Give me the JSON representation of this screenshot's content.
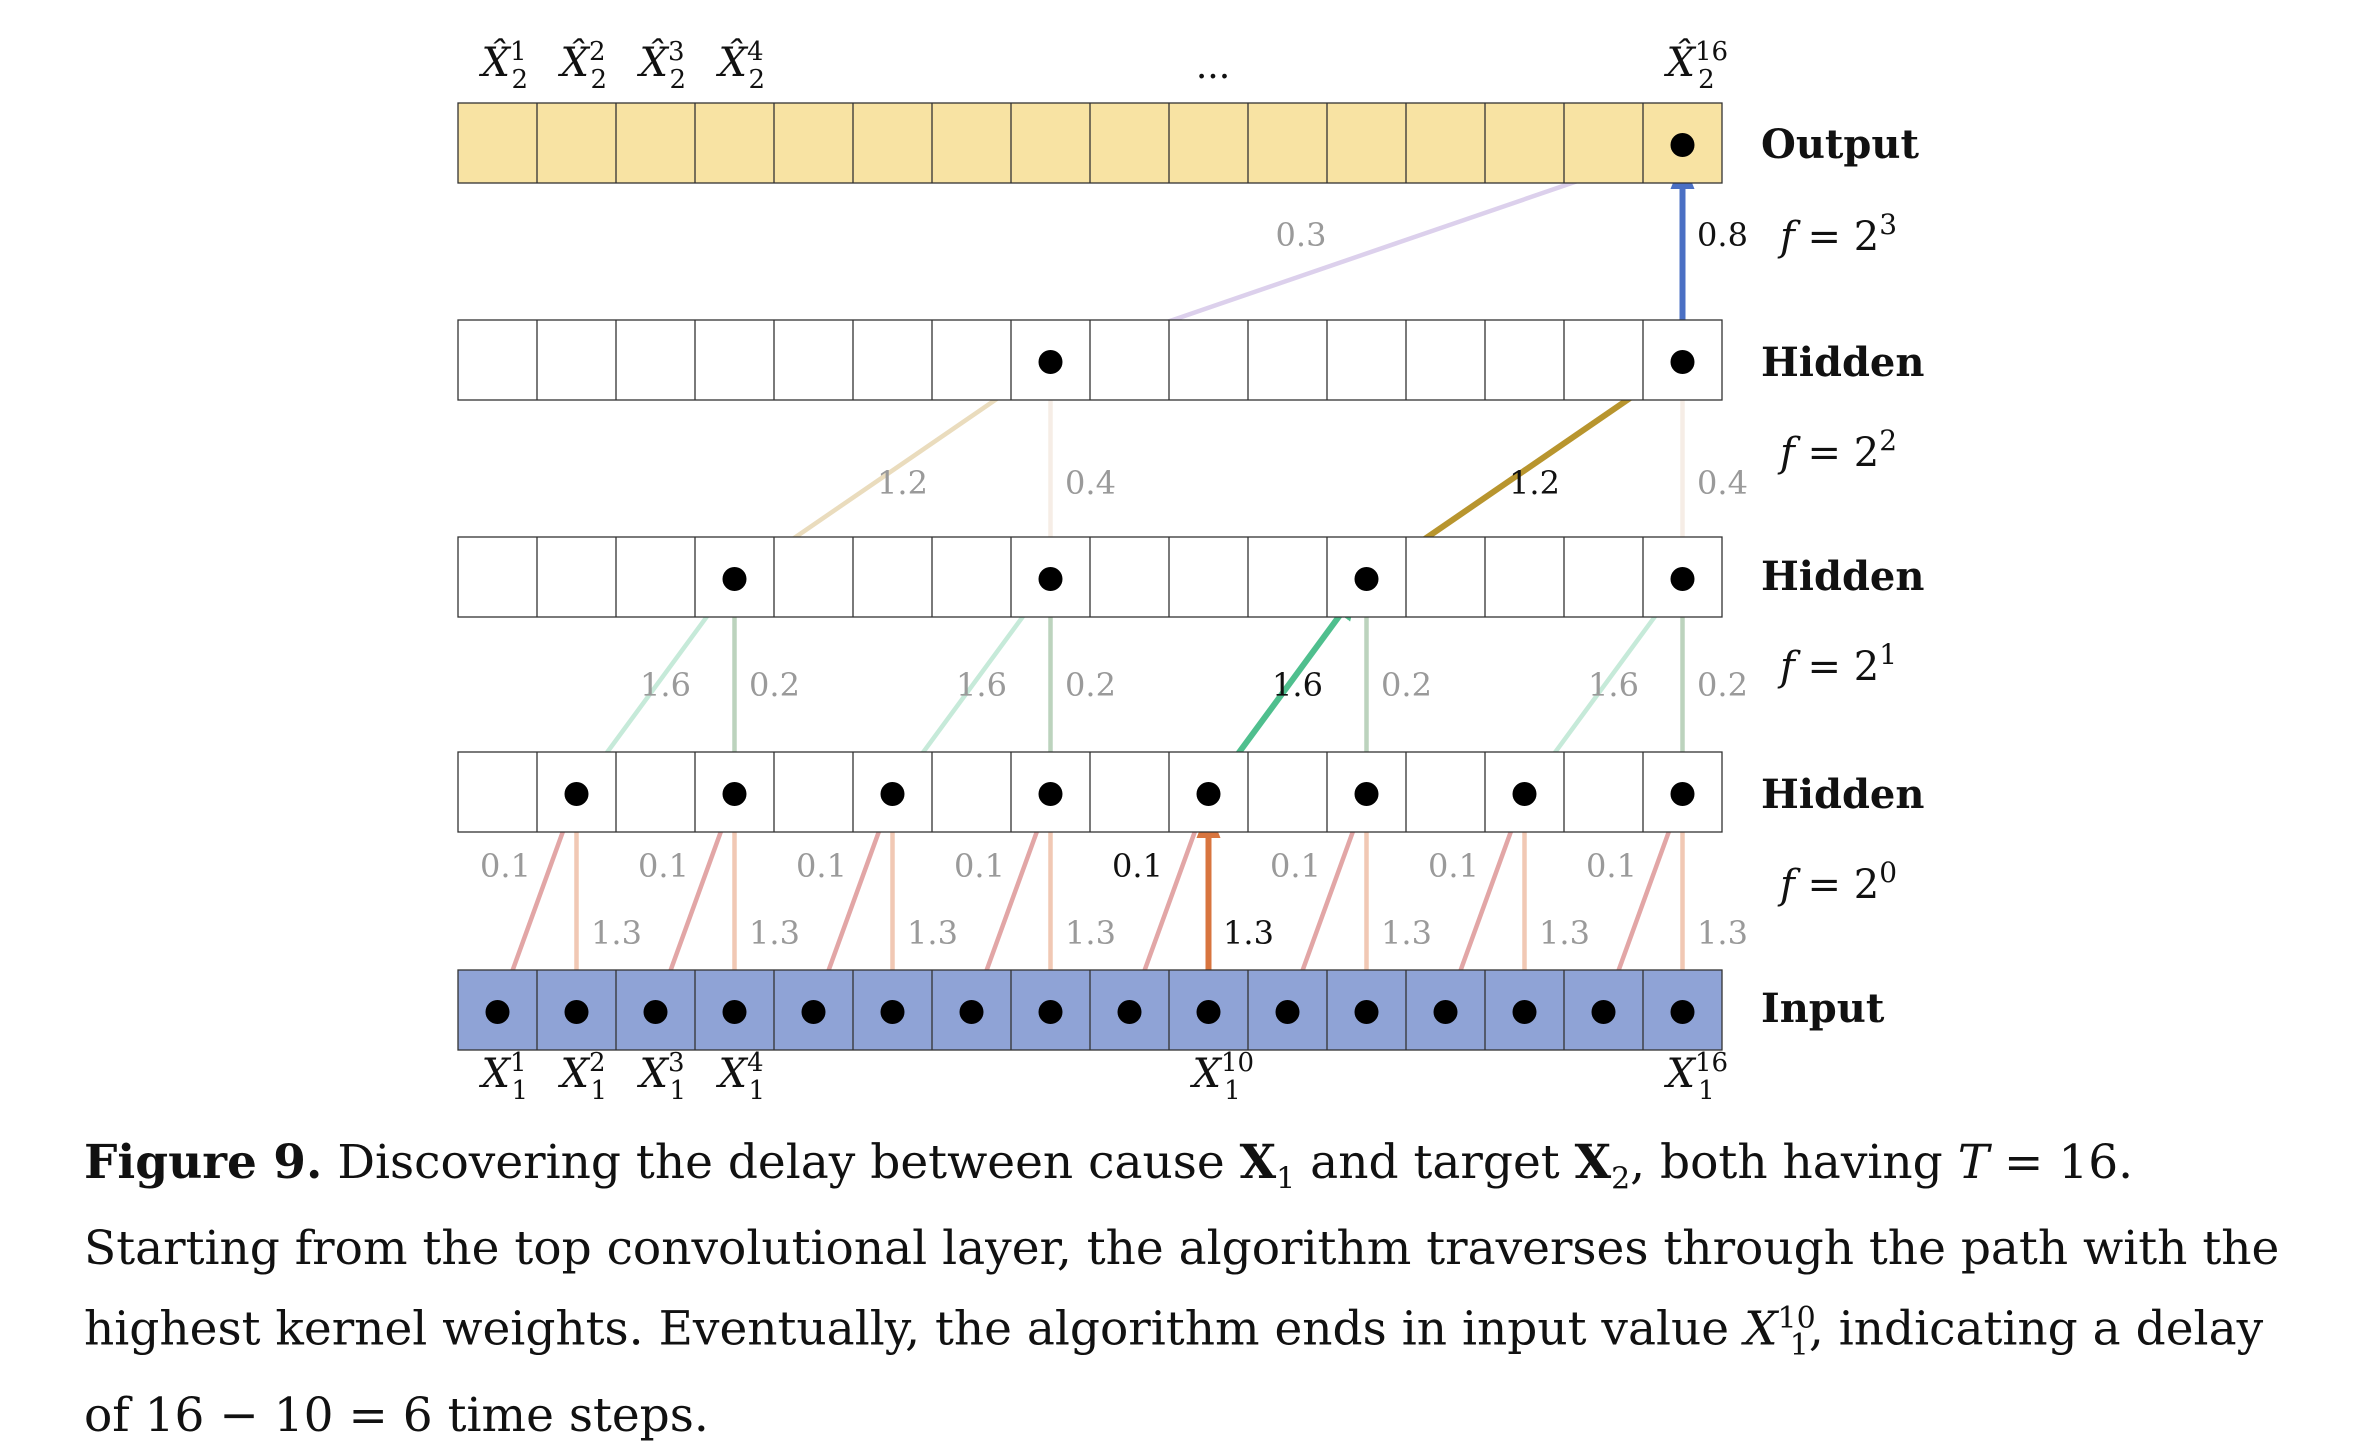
{
  "diagram": {
    "num_steps": 16,
    "layer_labels": [
      "Input",
      "Hidden",
      "Hidden",
      "Hidden",
      "Output"
    ],
    "dilation_labels": [
      {
        "base": "2",
        "exp": "0"
      },
      {
        "base": "2",
        "exp": "1"
      },
      {
        "base": "2",
        "exp": "2"
      },
      {
        "base": "2",
        "exp": "3"
      }
    ],
    "dilation_prefix": "f = ",
    "output_labels": [
      {
        "index": 1,
        "text": "X̂",
        "sub": "2",
        "sup": "1"
      },
      {
        "index": 2,
        "text": "X̂",
        "sub": "2",
        "sup": "2"
      },
      {
        "index": 3,
        "text": "X̂",
        "sub": "2",
        "sup": "3"
      },
      {
        "index": 4,
        "text": "X̂",
        "sub": "2",
        "sup": "4"
      },
      {
        "index": 16,
        "text": "X̂",
        "sub": "2",
        "sup": "16"
      }
    ],
    "output_ellipsis": "...",
    "input_labels": [
      {
        "index": 1,
        "text": "X",
        "sub": "1",
        "sup": "1"
      },
      {
        "index": 2,
        "text": "X",
        "sub": "1",
        "sup": "2"
      },
      {
        "index": 3,
        "text": "X",
        "sub": "1",
        "sup": "3"
      },
      {
        "index": 4,
        "text": "X",
        "sub": "1",
        "sup": "4"
      },
      {
        "index": 10,
        "text": "X",
        "sub": "1",
        "sup": "10"
      },
      {
        "index": 16,
        "text": "X",
        "sub": "1",
        "sup": "16"
      }
    ],
    "layer_weights": [
      {
        "diag": "0.1",
        "vert": "1.3"
      },
      {
        "diag": "1.6",
        "vert": "0.2"
      },
      {
        "diag": "1.2",
        "vert": "0.4"
      },
      {
        "diag": "0.3",
        "vert": "0.8"
      }
    ],
    "highlight_path": [
      {
        "from_layer": 0,
        "from_col": 10,
        "to_layer": 1,
        "to_col": 10,
        "weight": "1.3"
      },
      {
        "from_layer": 1,
        "from_col": 10,
        "to_layer": 2,
        "to_col": 12,
        "weight": "1.6"
      },
      {
        "from_layer": 2,
        "from_col": 12,
        "to_layer": 3,
        "to_col": 16,
        "weight": "1.2"
      },
      {
        "from_layer": 3,
        "from_col": 16,
        "to_layer": 4,
        "to_col": 16,
        "weight": "0.8"
      }
    ],
    "colors": {
      "input_fill": "#8fa3d6",
      "output_fill": "#f8e3a3",
      "layer0_diag": "#e2a6a6",
      "layer0_vert": "#f1c8b4",
      "layer0_path": "#d8753f",
      "layer1_diag": "#c6ead9",
      "layer1_vert": "#bcd3bd",
      "layer1_path": "#4fbf8e",
      "layer2_diag": "#eadcbd",
      "layer2_vert": "#f6ede6",
      "layer2_path": "#b8952e",
      "layer3_diag": "#dcd0ec",
      "layer3_path": "#4b70c4",
      "dim_text": "#9a9a9a",
      "dark_text": "#111111"
    }
  },
  "caption": {
    "figure_label": "Figure 9.",
    "line1_a": "Discovering the delay between cause",
    "bold_x": "X",
    "sub1": "1",
    "line1_b": "and target",
    "sub2": "2",
    "line1_c": ", both having",
    "var_t": "T",
    "line1_d": "= 16. Starting from",
    "line2": "the top convolutional layer, the algorithm traverses through the path with the highest kernel weights.",
    "line3_a": "Eventually, the algorithm ends in input value",
    "var_x": "X",
    "x_sup": "10",
    "x_sub": "1",
    "line3_b": ", indicating a delay of 16 − 10 = 6 time steps."
  }
}
